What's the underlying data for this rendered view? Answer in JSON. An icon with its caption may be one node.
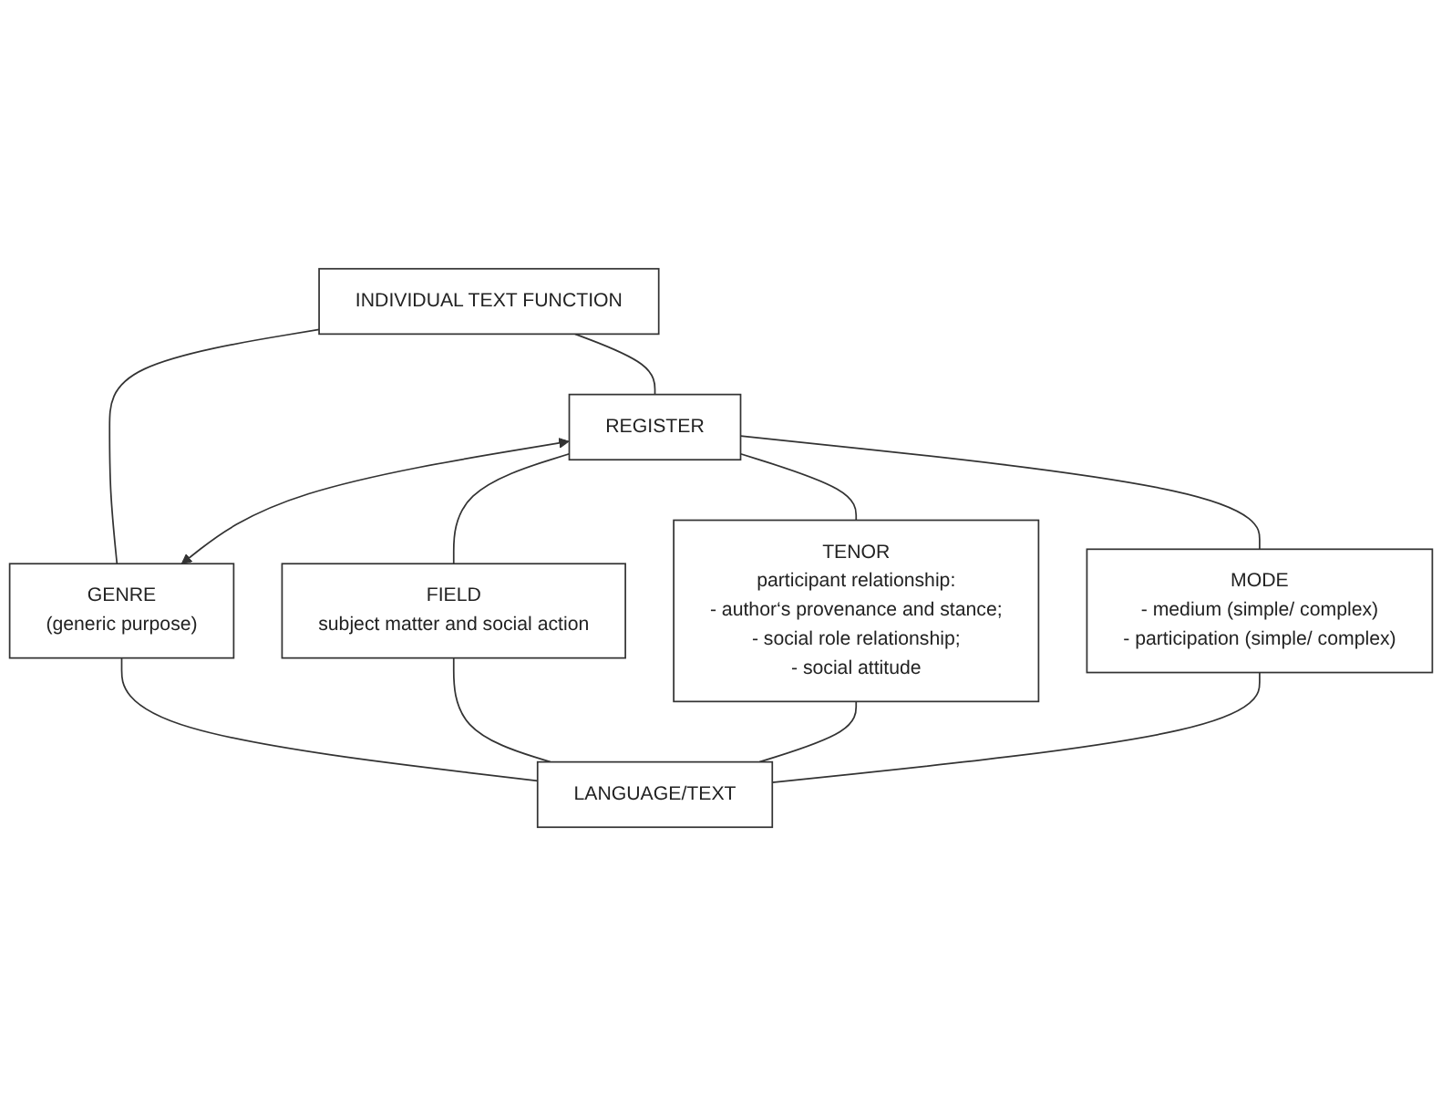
{
  "diagram": {
    "nodes": [
      {
        "text": [
          "INDIVIDUAL TEXT FUNCTION"
        ]
      },
      {
        "text": [
          "REGISTER"
        ]
      },
      {
        "text": [
          "GENRE",
          "(generic purpose)"
        ]
      },
      {
        "text": [
          "FIELD",
          "subject matter and social action"
        ]
      },
      {
        "text": [
          "TENOR",
          "participant relationship:",
          "- author‘s provenance and stance;",
          "- social role relationship;",
          "- social attitude"
        ]
      },
      {
        "text": [
          "MODE",
          "- medium (simple/ complex)",
          "- participation (simple/ complex)"
        ]
      },
      {
        "text": [
          "LANGUAGE/TEXT"
        ]
      }
    ],
    "edges": [
      {
        "from": 0,
        "to": 1,
        "arrow": "none"
      },
      {
        "from": 0,
        "to": 2,
        "arrow": "none"
      },
      {
        "from": 1,
        "to": 2,
        "arrow": "both"
      },
      {
        "from": 1,
        "to": 3,
        "arrow": "none"
      },
      {
        "from": 1,
        "to": 4,
        "arrow": "none"
      },
      {
        "from": 1,
        "to": 5,
        "arrow": "none"
      },
      {
        "from": 2,
        "to": 6,
        "arrow": "none"
      },
      {
        "from": 3,
        "to": 6,
        "arrow": "none"
      },
      {
        "from": 4,
        "to": 6,
        "arrow": "none"
      },
      {
        "from": 5,
        "to": 6,
        "arrow": "none"
      }
    ]
  }
}
